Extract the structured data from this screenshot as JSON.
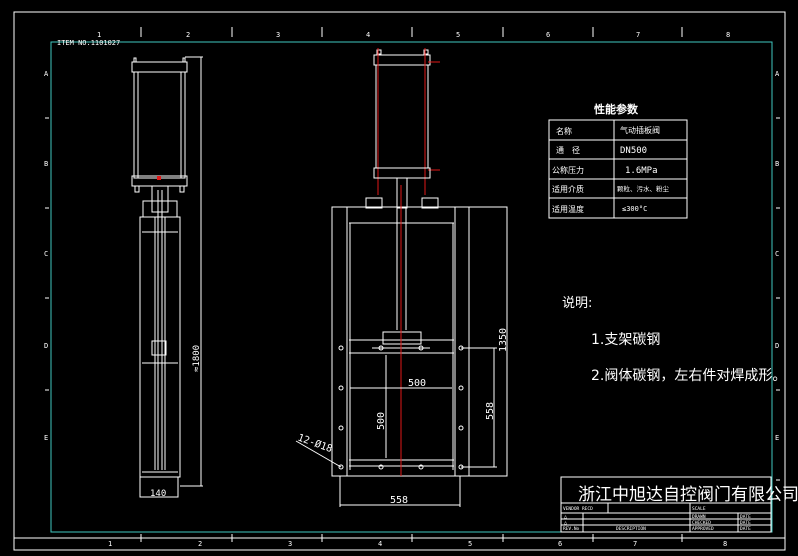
{
  "drawing": {
    "item_no": "ITEM NO.1101027",
    "columns": [
      "1",
      "2",
      "3",
      "4",
      "5",
      "6",
      "7",
      "8"
    ],
    "rows": [
      "A",
      "B",
      "C",
      "D",
      "E"
    ]
  },
  "side_view": {
    "height_dim": "≈1800",
    "width_dim": "140"
  },
  "front_view": {
    "height_dim": "1350",
    "port_width": "500",
    "port_height": "500",
    "flange_height": "558",
    "flange_width": "558",
    "bolt_holes": "12-Ø18"
  },
  "spec_table": {
    "title": "性能参数",
    "rows": [
      {
        "label": "名称",
        "value": "气动插板阀"
      },
      {
        "label": "通　径",
        "value": "DN500"
      },
      {
        "label": "公称压力",
        "value": "1.6MPa"
      },
      {
        "label": "适用介质",
        "value": "颗粒、污水、粉尘"
      },
      {
        "label": "适用温度",
        "value": "≤300°C"
      }
    ]
  },
  "notes": {
    "heading": "说明:",
    "items": [
      "1.支架碳钢",
      "2.阀体碳钢，左右件对焊成形。"
    ]
  },
  "title_block": {
    "company": "浙江中旭达自控阀门有限公司",
    "vendor_recd": "VENDOR RECD",
    "scale": "SCALE",
    "drawn": "DRAWN",
    "checked": "CHECKED",
    "approved": "APPROVED",
    "date": "DATE",
    "rev_no": "REV.No",
    "description": "DESCRIPTION",
    "rev_mark": "△"
  }
}
